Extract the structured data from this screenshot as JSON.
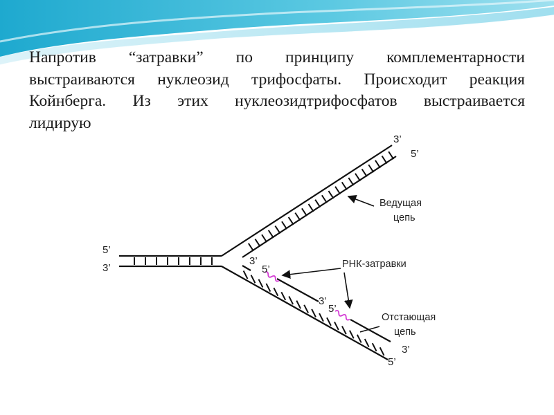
{
  "slide": {
    "text_lines": [
      "Напротив “затравки” по принципу комплементарности",
      "выстраиваются нуклеозид трифосфаты. Происходит реакция",
      "Койнберга. Из этих нуклеозидтрифосфатов выстраивается",
      "лидирую"
    ],
    "colors": {
      "wave_dark": "#2ab5d6",
      "wave_light": "#bfe9f4",
      "primer": "#d43bd4",
      "strand": "#111111"
    }
  },
  "diagram": {
    "labels": {
      "parent_top_end": "5’",
      "parent_bottom_end": "3’",
      "leading_top_end": "3’",
      "leading_bottom_end": "5’",
      "lagging_inner_3": "3’",
      "primer1_5": "5’",
      "fragment_3": "3’",
      "primer2_5": "5’",
      "lagging_end_3": "3’",
      "lagging_end_5": "5’",
      "leading_strand_line1": "Ведущая",
      "leading_strand_line2": "цепь",
      "rna_primers": "РНК-затравки",
      "lagging_strand_line1": "Отстающая",
      "lagging_strand_line2": "цепь"
    }
  }
}
